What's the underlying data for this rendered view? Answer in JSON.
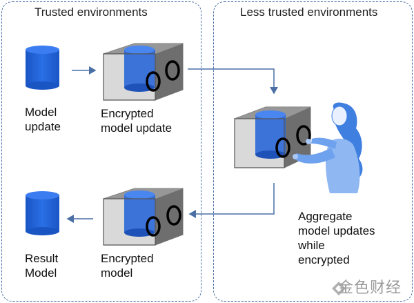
{
  "panels": {
    "trusted": {
      "title": "Trusted environments"
    },
    "less_trusted": {
      "title": "Less trusted environments"
    }
  },
  "labels": {
    "model_update": [
      "Model",
      "update"
    ],
    "encrypted_model_update": [
      "Encrypted",
      "model update"
    ],
    "aggregate": [
      "Aggregate",
      "model updates",
      "while",
      "encrypted"
    ],
    "result_model": [
      "Result",
      "Model"
    ],
    "encrypted_model": [
      "Encrypted",
      "model"
    ]
  },
  "watermark": {
    "text": "金色财经"
  },
  "colors": {
    "db_blue": "#1f5fd1",
    "panel_border": "#4a6fa5",
    "arrow": "#4a6fa5",
    "person": "#4a8ae8"
  }
}
